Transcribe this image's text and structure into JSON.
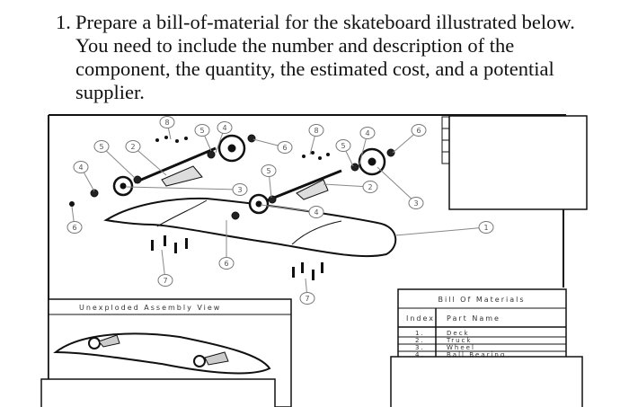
{
  "question": {
    "number": "1.",
    "text": "Prepare a bill-of-material for the skateboard illustrated below. You need to include the number and description of the component, the quantity, the estimated cost, and a potential supplier."
  },
  "drawing": {
    "balloons": [
      "8",
      "5",
      "4",
      "6",
      "5",
      "2",
      "4",
      "3",
      "6",
      "8",
      "5",
      "4",
      "6",
      "5",
      "2",
      "3",
      "4",
      "1",
      "6",
      "7",
      "7"
    ],
    "inset_title": "Unexploded Assembly View",
    "bom": {
      "title": "Bill Of Materials",
      "headers": [
        "Index",
        "Part Name"
      ],
      "rows": [
        {
          "index": "1.",
          "name": "Deck"
        },
        {
          "index": "2.",
          "name": "Truck"
        },
        {
          "index": "3.",
          "name": "Wheel"
        },
        {
          "index": "4.",
          "name": "Ball Bearing"
        }
      ]
    }
  }
}
